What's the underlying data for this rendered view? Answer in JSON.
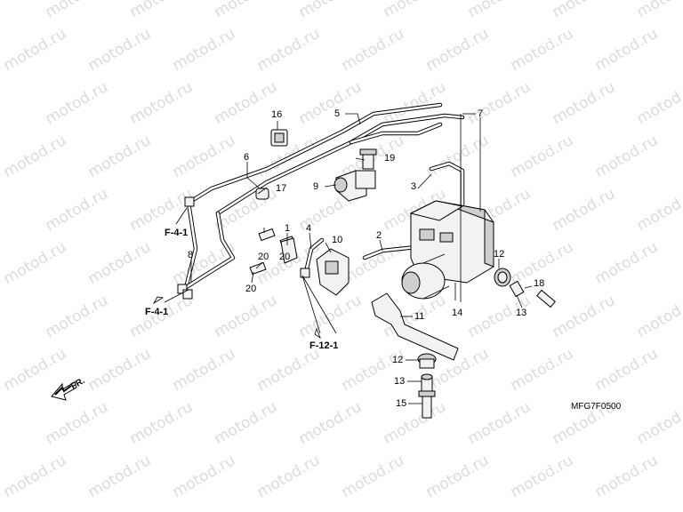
{
  "watermark": "motod.ru",
  "drawing_code": "MFG7F0500",
  "front_indicator": "FR.",
  "references": {
    "f41_upper": "F-4-1",
    "f41_lower": "F-4-1",
    "f121": "F-12-1"
  },
  "callouts": {
    "c1": "1",
    "c2": "2",
    "c3": "3",
    "c4": "4",
    "c5": "5",
    "c6": "6",
    "c7": "7",
    "c8": "8",
    "c9": "9",
    "c10": "10",
    "c11": "11",
    "c12a": "12",
    "c12b": "12",
    "c13a": "13",
    "c13b": "13",
    "c14": "14",
    "c15": "15",
    "c16": "16",
    "c17": "17",
    "c18": "18",
    "c19": "19",
    "c20a": "20",
    "c20b": "20",
    "c20c": "20"
  }
}
